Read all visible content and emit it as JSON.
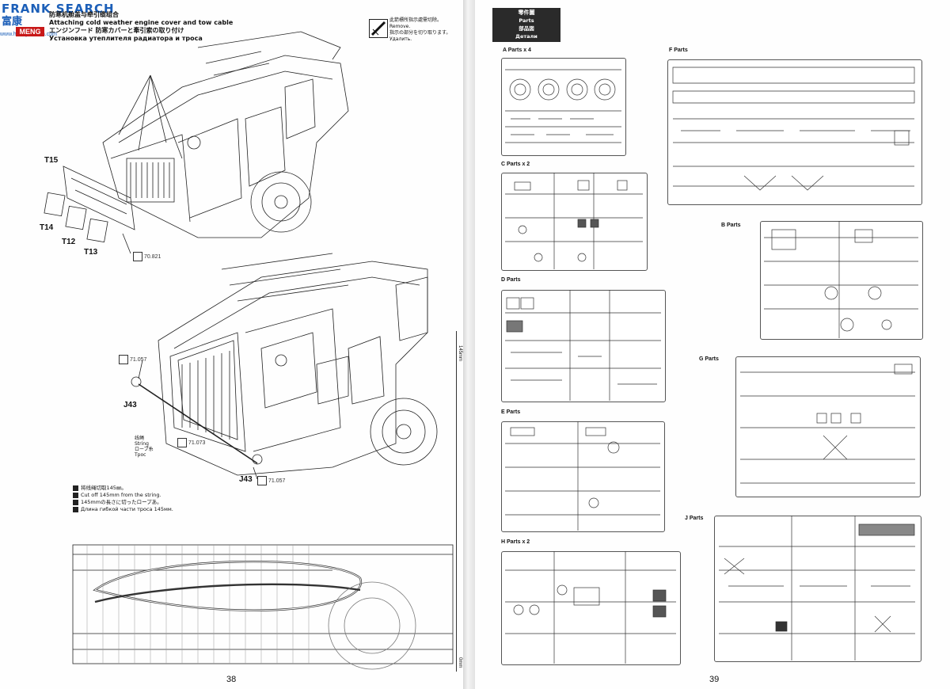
{
  "watermark": {
    "brand": "FRANK SEARCH",
    "cn": "富康",
    "site": "www.hobbysearch.com"
  },
  "left_page": {
    "brand_logo": "MENG",
    "step_title": {
      "cn": "防寒机舱盖与牵引缆组合",
      "en": "Attaching cold weather engine cover and tow cable",
      "jp": "エンジンフード 防寒カバーと牽引索の取り付け",
      "ru": "Установка утеплителя радиатора и троса"
    },
    "remove_note": {
      "cn": "此箭標所指示處需切除。",
      "en": "Remove.",
      "jp": "指示の部分を切り取ります。",
      "ru": "Удалить."
    },
    "part_labels": {
      "t15": "T15",
      "t14": "T14",
      "t12": "T12",
      "t13": "T13",
      "j43_top": "J43",
      "j43_bottom": "J43"
    },
    "refs": {
      "r1": "70.821",
      "r2": "71.057",
      "r3": "71.073",
      "r4": "71.057"
    },
    "string_label": {
      "cn": "线绳",
      "en": "String",
      "jp": "ロープ糸",
      "ru": "Трос"
    },
    "cut_note": {
      "cn": "将线绳切取145㎜。",
      "en": "Cut off 145mm from the string.",
      "jp": "145mmの長さに切ったロープあ。",
      "ru": "Длина гибкой части троса 145мм."
    },
    "dim_top": "145mm",
    "dim_bottom": "0mm",
    "page_number": "38"
  },
  "right_page": {
    "header": {
      "cn": "零件圖",
      "en": "Parts",
      "jp": "部品図",
      "ru": "Детали"
    },
    "sprues": [
      {
        "label": "A  Parts  x 4"
      },
      {
        "label": "C  Parts  x 2"
      },
      {
        "label": "D  Parts"
      },
      {
        "label": "E  Parts"
      },
      {
        "label": "H  Parts  x 2"
      },
      {
        "label": "F  Parts"
      },
      {
        "label": "B  Parts"
      },
      {
        "label": "G  Parts"
      },
      {
        "label": "J  Parts"
      }
    ],
    "page_number": "39"
  }
}
